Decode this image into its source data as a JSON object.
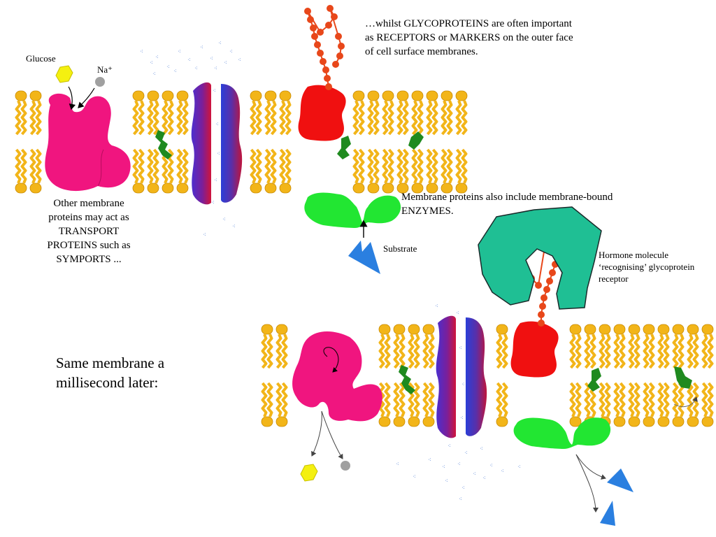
{
  "labels": {
    "glucose": "Glucose",
    "sodium": "Na⁺",
    "glycoprotein_note": "…whilst GLYCOPROTEINS are often important as RECEPTORS or MARKERS on the outer face of cell surface membranes.",
    "enzyme_note": "Membrane proteins also include membrane-bound ENZYMES.",
    "substrate": "Substrate",
    "transport_note": "Other membrane proteins may act as TRANSPORT PROTEINS such as SYMPORTS ...",
    "hormone_note": "Hormone molecule ‘recognising’ glycoprotein receptor",
    "later_note": "Same membrane a millisecond later:"
  },
  "colors": {
    "lipid": "#f2b519",
    "lipid_outline": "#c98a00",
    "symport": "#f0157f",
    "channel_inner": "#c0143c",
    "channel_outer": "#3a3fd0",
    "glycoprotein": "#f01010",
    "sugar_chain": "#e8471a",
    "enzyme": "#22e632",
    "substrate": "#2a7fe0",
    "cholesterol": "#1f8a1f",
    "hormone": "#1fbf94",
    "glucose": "#f4f010",
    "sodium": "#a0a0a0",
    "ions": "#3a6fd0"
  }
}
